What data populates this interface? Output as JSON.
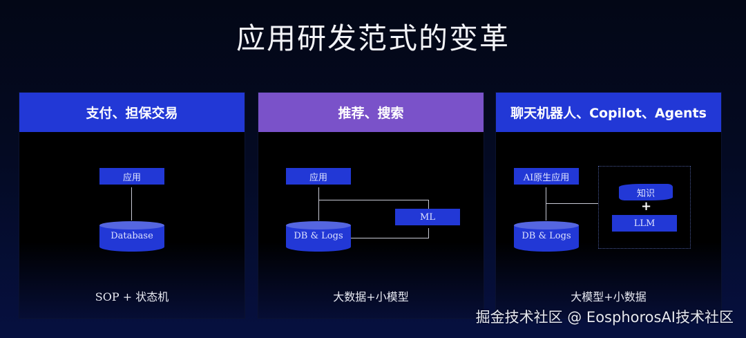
{
  "title": "应用研发范式的变革",
  "panels": [
    {
      "header": "支付、担保交易",
      "header_color": "#2238d6",
      "nodes": {
        "app": "应用",
        "db": "Database"
      },
      "caption": "SOP + 状态机"
    },
    {
      "header": "推荐、搜索",
      "header_color": "#7a52c9",
      "nodes": {
        "app": "应用",
        "db": "DB & Logs",
        "ml": "ML"
      },
      "caption": "大数据+小模型"
    },
    {
      "header": "聊天机器人、Copilot、Agents",
      "header_color": "#2238d6",
      "nodes": {
        "app": "AI原生应用",
        "db": "DB & Logs",
        "knowledge": "知识",
        "plus": "+",
        "llm": "LLM"
      },
      "caption": "大模型+小数据"
    }
  ],
  "watermark": "掘金技术社区 @ EosphorosAI技术社区"
}
